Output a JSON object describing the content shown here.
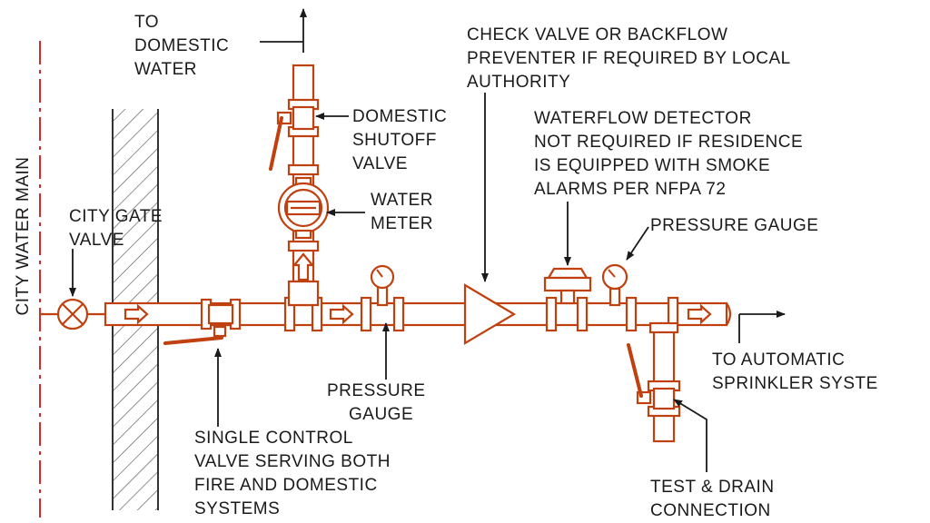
{
  "labels": {
    "city_water_main": "CITY WATER MAIN",
    "to_domestic_water": [
      "TO",
      "DOMESTIC",
      "WATER"
    ],
    "domestic_shutoff_valve": [
      "DOMESTIC",
      "SHUTOFF",
      "VALVE"
    ],
    "water_meter": [
      "WATER",
      "METER"
    ],
    "city_gate_valve": [
      "CITY GATE",
      "VALVE"
    ],
    "check_valve": [
      "CHECK VALVE OR BACKFLOW",
      "PREVENTER IF REQUIRED BY LOCAL",
      "AUTHORITY"
    ],
    "waterflow_detector": [
      "WATERFLOW DETECTOR",
      "NOT REQUIRED IF RESIDENCE",
      "IS EQUIPPED WITH SMOKE",
      "ALARMS PER NFPA 72"
    ],
    "pressure_gauge_right": "PRESSURE GAUGE",
    "pressure_gauge_center": [
      "PRESSURE",
      "GAUGE"
    ],
    "single_control_valve": [
      "SINGLE CONTROL",
      "VALVE SERVING BOTH",
      "FIRE AND DOMESTIC",
      "SYSTEMS"
    ],
    "to_automatic_sprinkler": [
      "TO AUTOMATIC",
      "SPRINKLER SYSTE"
    ],
    "test_drain": [
      "TEST & DRAIN",
      "CONNECTION"
    ]
  },
  "colors": {
    "pipe": "#c0410f",
    "pipe_fill": "#ffffff",
    "main_line": "#d42a2a",
    "ink": "#1a1a1a"
  }
}
